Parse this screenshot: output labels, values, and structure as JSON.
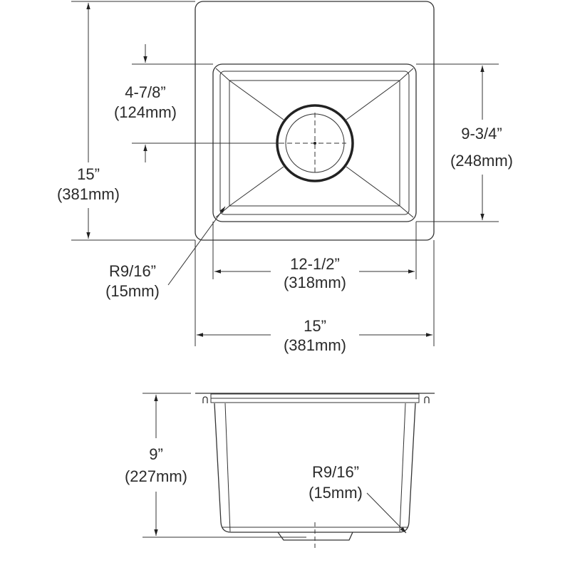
{
  "top_view": {
    "overall_depth": {
      "inches": "15”",
      "mm": "(381mm)"
    },
    "drain_offset": {
      "inches": "4-7/8”",
      "mm": "(124mm)"
    },
    "bowl_depth": {
      "inches": "9-3/4”",
      "mm": "(248mm)"
    },
    "corner_radius": {
      "inches": "R9/16”",
      "mm": "(15mm)"
    },
    "bowl_width": {
      "inches": "12-1/2”",
      "mm": "(318mm)"
    },
    "overall_width": {
      "inches": "15”",
      "mm": "(381mm)"
    }
  },
  "side_view": {
    "bowl_height": {
      "inches": "9”",
      "mm": "(227mm)"
    },
    "corner_radius": {
      "inches": "R9/16”",
      "mm": "(15mm)"
    }
  }
}
